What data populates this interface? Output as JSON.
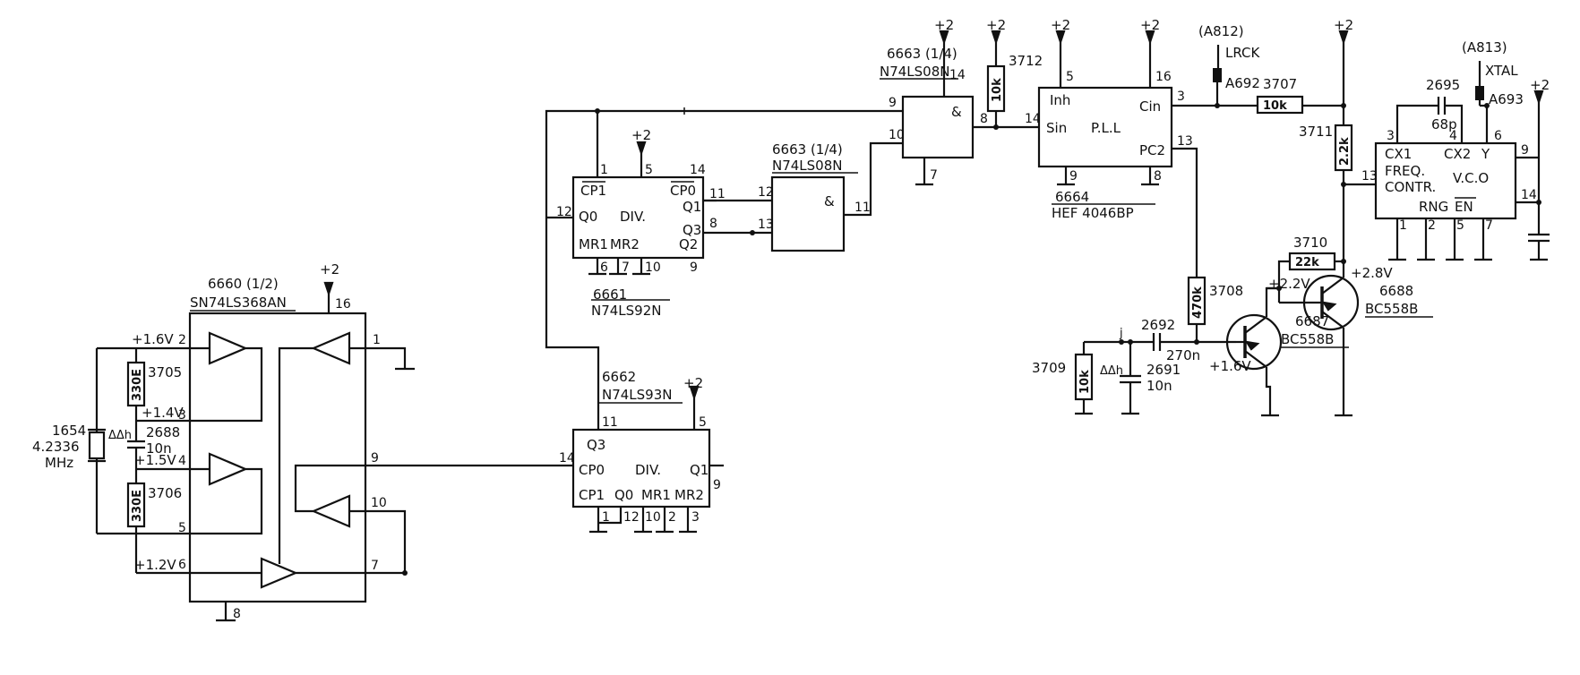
{
  "supply": {
    "plus2": "+2"
  },
  "ic6660": {
    "ref": "6660 (1/2)",
    "part": "SN74LS368AN",
    "pins": {
      "p1": "1",
      "p2": "2",
      "p3": "3",
      "p4": "4",
      "p5": "5",
      "p6": "6",
      "p7": "7",
      "p8": "8",
      "p9": "9",
      "p10": "10",
      "p16": "16"
    },
    "volts": {
      "v2": "+1.6V",
      "v3": "+1.4V",
      "v4": "+1.5V",
      "v6": "+1.2V"
    }
  },
  "crystal": {
    "ref": "1654",
    "freq": "4.2336",
    "unit": "MHz"
  },
  "r3705": {
    "ref": "3705",
    "value": "330E"
  },
  "r3706": {
    "ref": "3706",
    "value": "330E"
  },
  "c2688": {
    "ref": "2688",
    "value": "10n",
    "mark": "ΔΔh"
  },
  "ic6661": {
    "ref": "6661",
    "part": "N74LS92N",
    "func": "DIV.",
    "labels": {
      "cp1": "CP1",
      "cp0": "CP0",
      "q0": "Q0",
      "q1": "Q1",
      "q3": "Q3",
      "q2": "Q2",
      "mr1": "MR1",
      "mr2": "MR2"
    },
    "pins": {
      "p1": "1",
      "p5": "5",
      "p14": "14",
      "p11": "11",
      "p8": "8",
      "p12": "12",
      "p6": "6",
      "p7": "7",
      "p10": "10",
      "p9": "9"
    }
  },
  "ic6662": {
    "ref": "6662",
    "part": "N74LS93N",
    "func": "DIV.",
    "labels": {
      "q3": "Q3",
      "cp0": "CP0",
      "q1": "Q1",
      "cp1": "CP1",
      "q0": "Q0",
      "mr1": "MR1",
      "mr2": "MR2"
    },
    "pins": {
      "p11": "11",
      "p5": "5",
      "p14": "14",
      "p9": "9",
      "p1": "1",
      "p12": "12",
      "p10": "10",
      "p2": "2",
      "p3": "3"
    }
  },
  "gateA": {
    "ref": "6663 (1/4)",
    "part": "N74LS08N",
    "sym": "&",
    "pins": {
      "in1": "12",
      "in2": "13",
      "out": "11"
    }
  },
  "gateB": {
    "ref": "6663 (1/4)",
    "part": "N74LS08N",
    "sym": "&",
    "pins": {
      "in1": "9",
      "in2": "10",
      "out": "8",
      "vcc": "14",
      "gnd": "7"
    }
  },
  "r3712": {
    "ref": "3712",
    "value": "10k"
  },
  "ic6664": {
    "ref": "6664",
    "part": "HEF 4046BP",
    "func": "P.L.L",
    "labels": {
      "inh": "Inh",
      "sin": "Sin",
      "cin": "Cin",
      "pc2": "PC2"
    },
    "pins": {
      "p5": "5",
      "p16": "16",
      "p14": "14",
      "p3": "3",
      "p13": "13",
      "p9": "9",
      "p8": "8"
    }
  },
  "connLRCK": {
    "ref": "(A812)",
    "name": "LRCK",
    "pin": "A692"
  },
  "connXTAL": {
    "ref": "(A813)",
    "name": "XTAL",
    "pin": "A693"
  },
  "r3707": {
    "ref": "3707",
    "value": "10k"
  },
  "r3711": {
    "ref": "3711",
    "value": "2.2k"
  },
  "c2695": {
    "ref": "2695",
    "value": "68p"
  },
  "vco": {
    "func": "V.C.O",
    "labels": {
      "cx1": "CX1",
      "cx2": "CX2",
      "y": "Y",
      "freq": "FREQ.",
      "contr": "CONTR.",
      "rng": "RNG",
      "en": "EN"
    },
    "pins": {
      "p3": "3",
      "p4": "4",
      "p6": "6",
      "p9": "9",
      "p13": "13",
      "p14": "14",
      "p1": "1",
      "p2": "2",
      "p5": "5",
      "p7": "7"
    }
  },
  "r3710": {
    "ref": "3710",
    "value": "22k"
  },
  "r3708": {
    "ref": "3708",
    "value": "470k"
  },
  "r3709": {
    "ref": "3709",
    "value": "10k"
  },
  "c2692": {
    "ref": "2692",
    "value": "270n",
    "mark": "j"
  },
  "c2691": {
    "ref": "2691",
    "value": "10n",
    "mark": "ΔΔh"
  },
  "t6687": {
    "ref": "6687",
    "part": "BC558B",
    "vb": "+1.6V",
    "vc": "+2.2V"
  },
  "t6688": {
    "ref": "6688",
    "part": "BC558B",
    "ve": "+2.8V"
  }
}
